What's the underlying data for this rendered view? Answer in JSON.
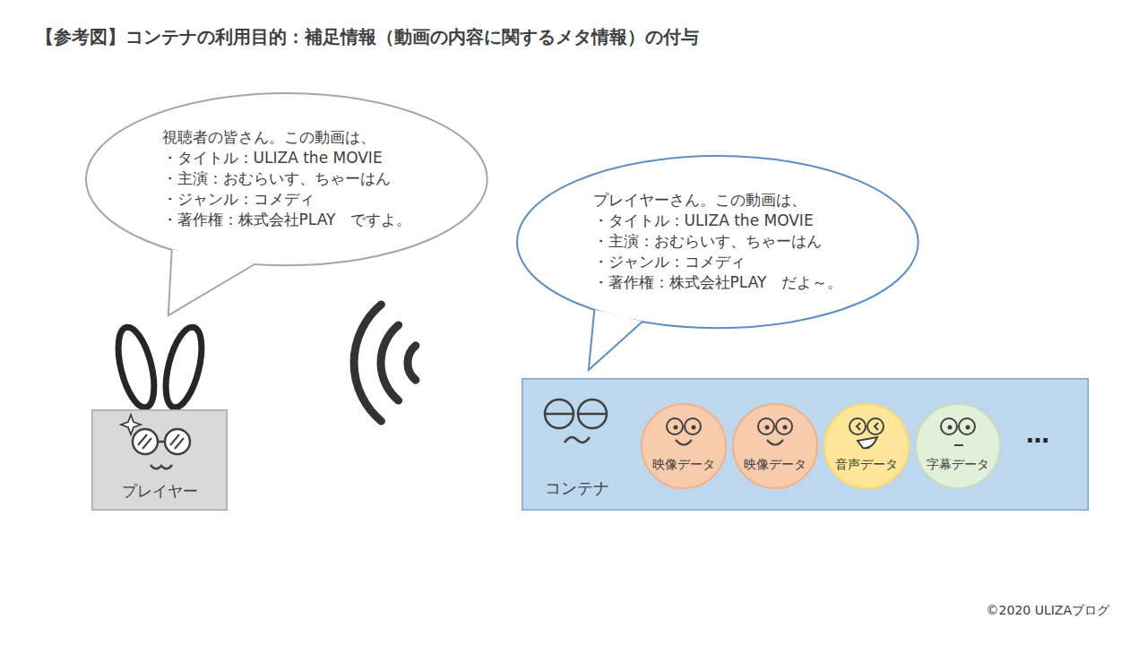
{
  "diagram": {
    "title": "【参考図】コンテナの利用目的：補足情報（動画の内容に関するメタ情報）の付与",
    "nodes": [
      {
        "text": [
          "視聴者の皆さん。この動画は、",
          "・タイトル：ULIZA the MOVIE",
          "・主演：おむらいす、ちゃーはん",
          "・ジャンル：コメディ",
          "・著作権：株式会社PLAY　ですよ。"
        ]
      },
      {
        "text": [
          "プレイヤーさん。この動画は、",
          "・タイトル：ULIZA the MOVIE",
          "・主演：おむらいす、ちゃーはん",
          "・ジャンル：コメディ",
          "・著作権：株式会社PLAY　だよ～。"
        ]
      },
      {
        "text": [
          "プレイヤー"
        ]
      },
      {
        "text": [
          "コンテナ"
        ]
      },
      {
        "text": [
          "映像データ"
        ],
        "in": 3
      },
      {
        "text": [
          "映像データ"
        ],
        "in": 3
      },
      {
        "text": [
          "音声データ"
        ],
        "in": 3
      },
      {
        "text": [
          "字幕データ"
        ],
        "in": 3
      }
    ],
    "labels": [
      "…",
      "©2020 ULIZAブログ"
    ]
  }
}
